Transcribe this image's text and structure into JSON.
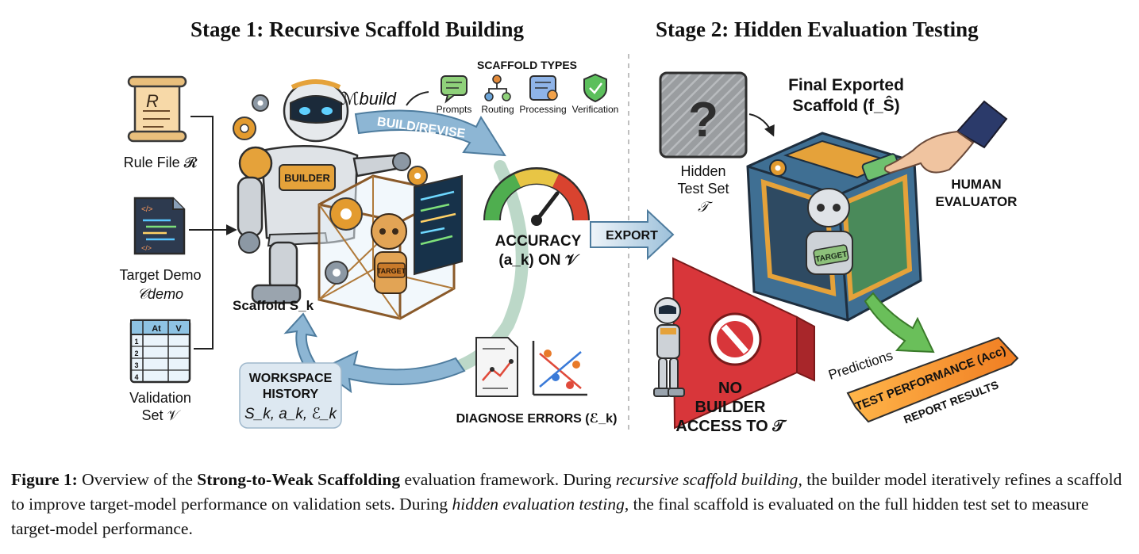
{
  "stage1": {
    "title": "Stage 1: Recursive Scaffold Building",
    "inputs": {
      "rule_file": "Rule File 𝓡",
      "target_demo": "Target Demo",
      "target_demo_symbol": "𝒞demo",
      "validation_set_line1": "Validation",
      "validation_set_line2": "Set 𝒱",
      "sheet_header_a": "At",
      "sheet_header_b": "V",
      "sheet_rows": [
        "1",
        "2",
        "3",
        "4"
      ]
    },
    "builder_model": "ℳbuild",
    "builder_badge": "BUILDER",
    "scaffold_types": {
      "title": "SCAFFOLD TYPES",
      "items": [
        "Prompts",
        "Routing",
        "Processing",
        "Verification"
      ]
    },
    "build_revise": "BUILD/REVISE",
    "accuracy_line1": "ACCURACY",
    "accuracy_line2": "(a_k) ON 𝒱",
    "scaffold_label": "Scaffold S_k",
    "target_badge": "TARGET",
    "workspace": {
      "line1": "WORKSPACE",
      "line2": "HISTORY",
      "line3": "S_k, a_k, ℰ_k"
    },
    "diagnose": "DIAGNOSE ERRORS (ℰ_k)"
  },
  "export_label": "EXPORT",
  "stage2": {
    "title": "Stage 2: Hidden Evaluation Testing",
    "hidden_test_line1": "Hidden",
    "hidden_test_line2": "Test Set",
    "hidden_test_symbol": "𝒯",
    "final_scaffold_line1": "Final Exported",
    "final_scaffold_line2": "Scaffold (f_Ŝ)",
    "human_evaluator_line1": "HUMAN",
    "human_evaluator_line2": "EVALUATOR",
    "target_badge": "TARGET",
    "no_access_line1": "NO",
    "no_access_line2": "BUILDER",
    "no_access_line3": "ACCESS TO 𝒯",
    "predictions": "Predictions",
    "test_performance": "TEST PERFORMANCE (Acc)",
    "report_results": "REPORT RESULTS"
  },
  "caption": {
    "label": "Figure 1:",
    "part1": " Overview of the ",
    "bold": "Strong-to-Weak Scaffolding",
    "part2": " evaluation framework.  During ",
    "italic1": "recursive scaffold building",
    "part3": ", the builder model iteratively refines a scaffold to improve target-model performance on validation sets.  During ",
    "italic2": "hidden evaluation testing",
    "part4": ", the final scaffold is evaluated on the full hidden test set to measure target-model performance."
  },
  "colors": {
    "arrow_blue": "#6f9fc2",
    "builder_orange": "#e5a23a",
    "stop_red": "#d8363a",
    "results_orange": "#f2902a",
    "cube_blue": "#3f6f93",
    "gauge_green": "#4fae4f",
    "gauge_red": "#d9432f"
  },
  "icons": [
    "scroll-icon",
    "code-document-icon",
    "spreadsheet-icon",
    "gear-icon",
    "chat-icon",
    "routing-icon",
    "processing-icon",
    "shield-check-icon",
    "gauge-icon",
    "question-mark-icon",
    "report-icon",
    "scatter-chart-icon",
    "stop-sign-icon",
    "hand-icon",
    "robot-icon"
  ]
}
